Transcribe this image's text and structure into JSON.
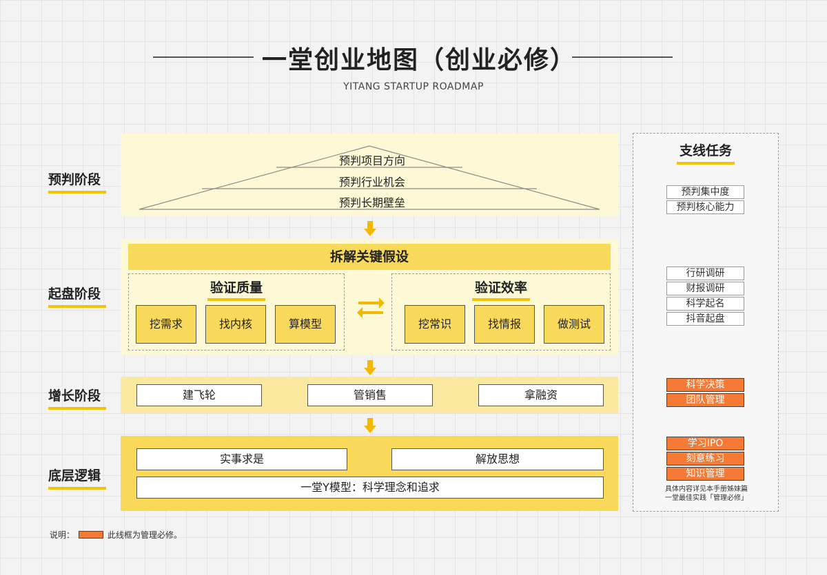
{
  "header": {
    "title": "一堂创业地图（创业必修）",
    "subtitle": "YITANG STARTUP ROADMAP"
  },
  "stages": {
    "predict": "预判阶段",
    "start": "起盘阶段",
    "growth": "增长阶段",
    "base": "底层逻辑"
  },
  "pyramid": [
    "预判项目方向",
    "预判行业机会",
    "预判长期壁垒"
  ],
  "start_phase": {
    "banner": "拆解关键假设",
    "quality": {
      "title": "验证质量",
      "items": [
        "挖需求",
        "找内核",
        "算模型"
      ]
    },
    "efficiency": {
      "title": "验证效率",
      "items": [
        "挖常识",
        "找情报",
        "做测试"
      ]
    }
  },
  "growth_phase": {
    "items": [
      "建飞轮",
      "管销售",
      "拿融资"
    ]
  },
  "base_phase": {
    "row1": [
      "实事求是",
      "解放思想"
    ],
    "model": "一堂Y模型：科学理念和追求"
  },
  "side_panel": {
    "title": "支线任务",
    "group1": [
      "预判集中度",
      "预判核心能力"
    ],
    "group2": [
      "行研调研",
      "财报调研",
      "科学起名",
      "抖音起盘"
    ],
    "group3": [
      "科学决策",
      "团队管理"
    ],
    "group4": [
      "学习IPO",
      "刻意练习",
      "知识管理"
    ],
    "note_line1": "具体内容详见本手册姊妹篇",
    "note_line2": "一堂最佳实践「管理必修」"
  },
  "legend": {
    "prefix": "说明：",
    "text": "此线框为管理必修。"
  },
  "colors": {
    "accent_yellow": "#f9d95a",
    "underline_yellow": "#f5c400",
    "arrow_yellow": "#f5b800",
    "management_orange": "#f47a35",
    "panel_pale": "#fdf8d6",
    "panel_mid": "#fbe9a0"
  }
}
